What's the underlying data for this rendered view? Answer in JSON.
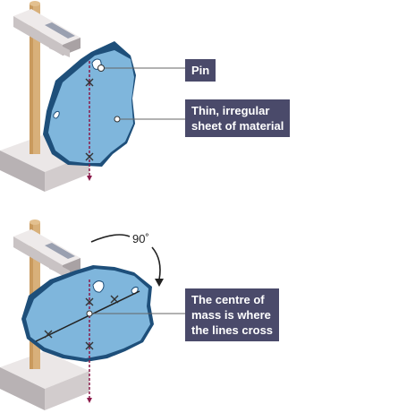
{
  "labels": {
    "pin": "Pin",
    "sheet": "Thin, irregular\nsheet of material",
    "centre": "The centre of\nmass is where\nthe lines cross",
    "angle": "90˚"
  },
  "colors": {
    "sheet_fill": "#7fb6dc",
    "sheet_edge": "#1e4f7a",
    "stand_pole": "#d8b07a",
    "stand_base": "#e2dddd",
    "callout_bg": "#4a4a6a",
    "plumb_line": "#8b1a4a"
  }
}
